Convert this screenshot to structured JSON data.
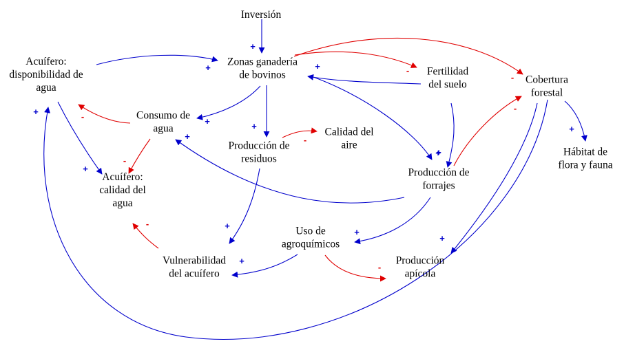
{
  "colors": {
    "positive": "#0000cc",
    "negative": "#e00000",
    "text": "#000000",
    "background": "#ffffff"
  },
  "nodes": {
    "inversion": {
      "lines": [
        "Inversión"
      ]
    },
    "zonas_ganaderia": {
      "lines": [
        "Zonas ganadería",
        "de bovinos"
      ]
    },
    "acuifero_disp": {
      "lines": [
        "Acuífero:",
        "disponibilidad de",
        "agua"
      ]
    },
    "fertilidad": {
      "lines": [
        "Fertilidad",
        "del suelo"
      ]
    },
    "cobertura": {
      "lines": [
        "Cobertura",
        "forestal"
      ]
    },
    "consumo_agua": {
      "lines": [
        "Consumo de",
        "agua"
      ]
    },
    "prod_residuos": {
      "lines": [
        "Producción de",
        "residuos"
      ]
    },
    "calidad_aire": {
      "lines": [
        "Calidad del",
        "aire"
      ]
    },
    "habitat": {
      "lines": [
        "Hábitat de",
        "flora y fauna"
      ]
    },
    "acuifero_calidad": {
      "lines": [
        "Acuífero:",
        "calidad del",
        "agua"
      ]
    },
    "prod_forrajes": {
      "lines": [
        "Producción de",
        "forrajes"
      ]
    },
    "uso_agroquimicos": {
      "lines": [
        "Uso de",
        "agroquímicos"
      ]
    },
    "vulnerabilidad": {
      "lines": [
        "Vulnerabilidad",
        "del acuífero"
      ]
    },
    "prod_apicola": {
      "lines": [
        "Producción",
        "apícola"
      ]
    }
  },
  "links": [
    {
      "from": "inversion",
      "to": "zonas_ganaderia",
      "polarity": "+"
    },
    {
      "from": "acuifero_disp",
      "to": "zonas_ganaderia",
      "polarity": "+"
    },
    {
      "from": "zonas_ganaderia",
      "to": "fertilidad",
      "polarity": "-"
    },
    {
      "from": "zonas_ganaderia",
      "to": "cobertura",
      "polarity": "-"
    },
    {
      "from": "fertilidad",
      "to": "zonas_ganaderia",
      "polarity": "+"
    },
    {
      "from": "zonas_ganaderia",
      "to": "consumo_agua",
      "polarity": "+"
    },
    {
      "from": "zonas_ganaderia",
      "to": "prod_residuos",
      "polarity": "+"
    },
    {
      "from": "zonas_ganaderia",
      "to": "prod_forrajes",
      "polarity": "+"
    },
    {
      "from": "consumo_agua",
      "to": "acuifero_disp",
      "polarity": "-"
    },
    {
      "from": "consumo_agua",
      "to": "acuifero_calidad",
      "polarity": "-"
    },
    {
      "from": "acuifero_disp",
      "to": "acuifero_calidad",
      "polarity": "+"
    },
    {
      "from": "prod_residuos",
      "to": "calidad_aire",
      "polarity": "-"
    },
    {
      "from": "prod_residuos",
      "to": "vulnerabilidad",
      "polarity": "+"
    },
    {
      "from": "fertilidad",
      "to": "prod_forrajes",
      "polarity": "+"
    },
    {
      "from": "prod_forrajes",
      "to": "cobertura",
      "polarity": "-"
    },
    {
      "from": "prod_forrajes",
      "to": "consumo_agua",
      "polarity": "+"
    },
    {
      "from": "prod_forrajes",
      "to": "uso_agroquimicos",
      "polarity": "+"
    },
    {
      "from": "cobertura",
      "to": "habitat",
      "polarity": "+"
    },
    {
      "from": "cobertura",
      "to": "prod_apicola",
      "polarity": "+"
    },
    {
      "from": "cobertura",
      "to": "acuifero_disp",
      "polarity": "+"
    },
    {
      "from": "uso_agroquimicos",
      "to": "vulnerabilidad",
      "polarity": "+"
    },
    {
      "from": "uso_agroquimicos",
      "to": "prod_apicola",
      "polarity": "-"
    },
    {
      "from": "vulnerabilidad",
      "to": "acuifero_calidad",
      "polarity": "-"
    }
  ]
}
